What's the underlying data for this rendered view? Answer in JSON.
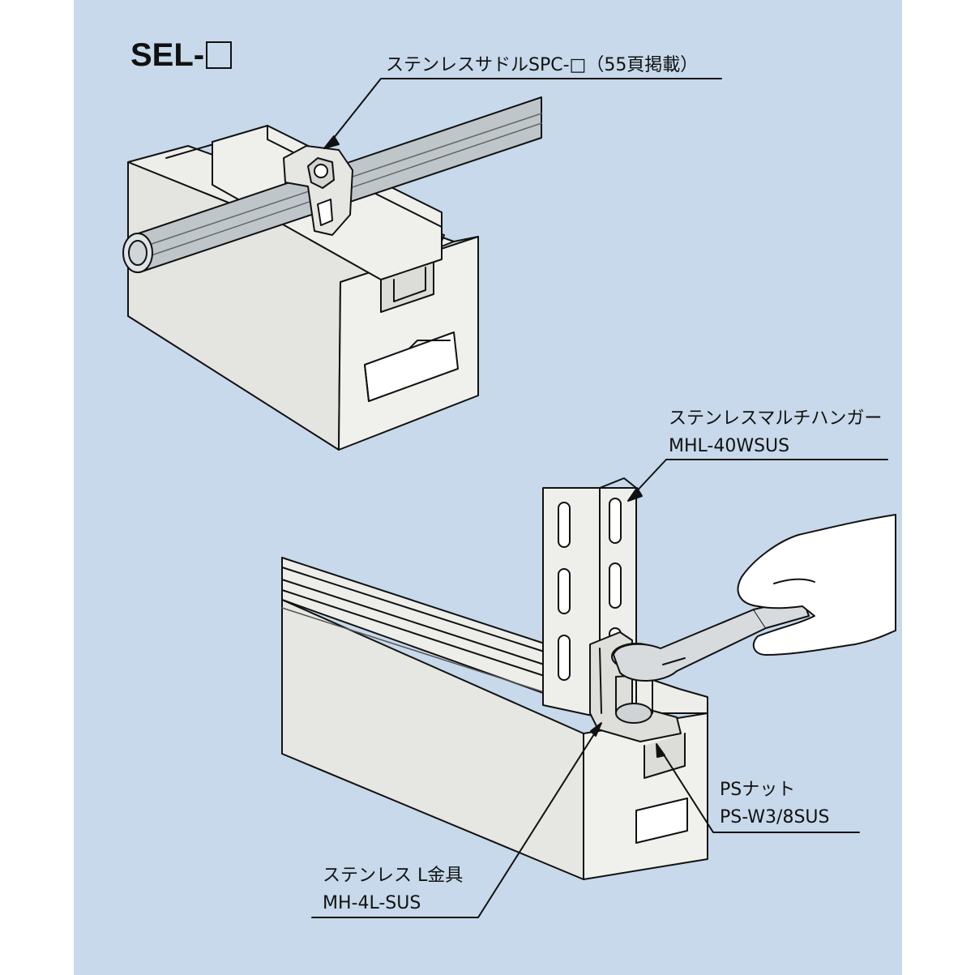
{
  "title": {
    "prefix": "SEL-"
  },
  "callouts": {
    "saddle": "ステンレスサドルSPC-□（55頁掲載）",
    "hanger_name": "ステンレスマルチハンガー",
    "hanger_code": "MHL-40WSUS",
    "nut_name": "PSナット",
    "nut_code": "PS-W3/8SUS",
    "bracket_name": "ステンレス L金具",
    "bracket_code": "MH-4L-SUS"
  },
  "colors": {
    "background": "#c7d9ea",
    "block": "#ededea",
    "line": "#111111"
  }
}
